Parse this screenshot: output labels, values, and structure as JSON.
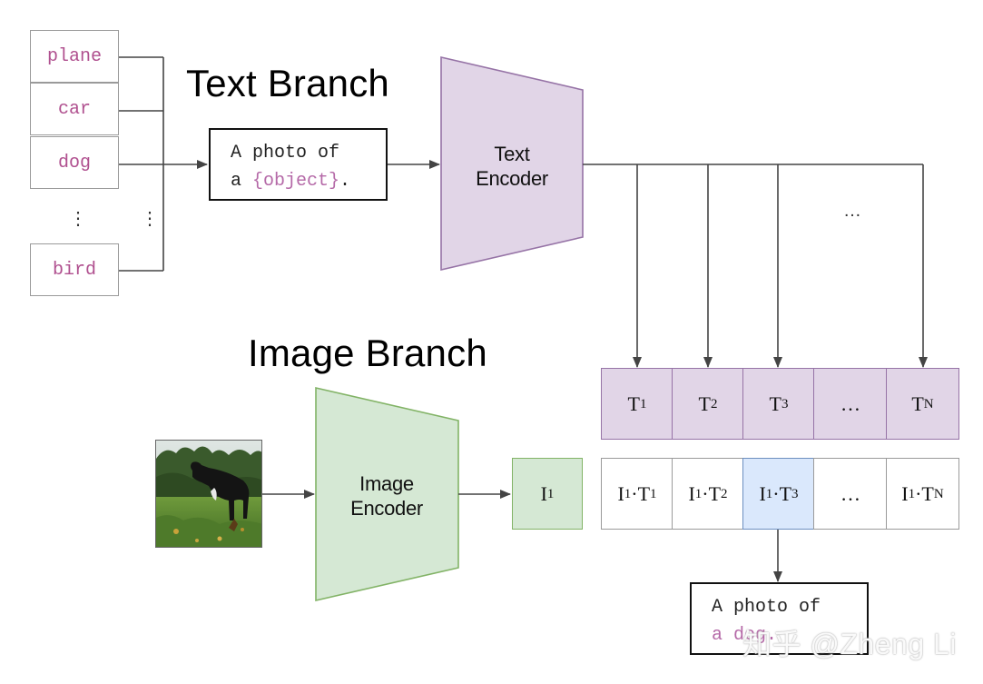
{
  "text_branch": {
    "title": "Text Branch",
    "classes": [
      "plane",
      "car",
      "dog",
      "bird"
    ],
    "ellipsis": "⋮",
    "prompt_line1": "A photo of",
    "prompt_prefix": "a ",
    "prompt_object": "{object}",
    "prompt_suffix": ".",
    "encoder_line1": "Text",
    "encoder_line2": "Encoder",
    "fan_ellipsis": "…"
  },
  "image_branch": {
    "title": "Image Branch",
    "photo_icon": "dog-photo",
    "encoder_line1": "Image",
    "encoder_line2": "Encoder",
    "feature_base": "I",
    "feature_sub": "1"
  },
  "text_features": [
    {
      "base": "T",
      "sub": "1"
    },
    {
      "base": "T",
      "sub": "2"
    },
    {
      "base": "T",
      "sub": "3"
    },
    {
      "base": "…",
      "sub": ""
    },
    {
      "base": "T",
      "sub": "N"
    }
  ],
  "similarities": [
    {
      "a": "I",
      "as": "1",
      "b": "T",
      "bs": "1",
      "highlight": false
    },
    {
      "a": "I",
      "as": "1",
      "b": "T",
      "bs": "2",
      "highlight": false
    },
    {
      "a": "I",
      "as": "1",
      "b": "T",
      "bs": "3",
      "highlight": true
    },
    {
      "a": "…",
      "as": "",
      "b": "",
      "bs": "",
      "highlight": false
    },
    {
      "a": "I",
      "as": "1",
      "b": "T",
      "bs": "N",
      "highlight": false
    }
  ],
  "result": {
    "line1": "A photo of",
    "line2": "a dog."
  },
  "watermark": "知乎 @Zheng Li",
  "colors": {
    "text_encoder_fill": "#e1d5e7",
    "text_encoder_stroke": "#9673a6",
    "image_encoder_fill": "#d5e8d4",
    "image_encoder_stroke": "#82b366",
    "highlight_fill": "#dae8fc",
    "highlight_stroke": "#6c8ebf",
    "class_text": "#b0508f"
  }
}
